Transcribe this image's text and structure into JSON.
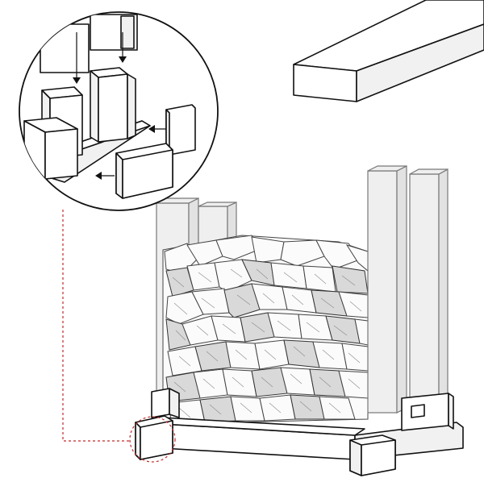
{
  "figure": {
    "subject": "firewood-rack-assembly",
    "components": [
      "loose-beam",
      "detail-callout",
      "firewood-stack",
      "upright-post",
      "corner-bracket",
      "base-frame"
    ],
    "colors": {
      "line": "#111111",
      "leader_line": "#c02a2a",
      "post_fill": "#efefef"
    }
  }
}
